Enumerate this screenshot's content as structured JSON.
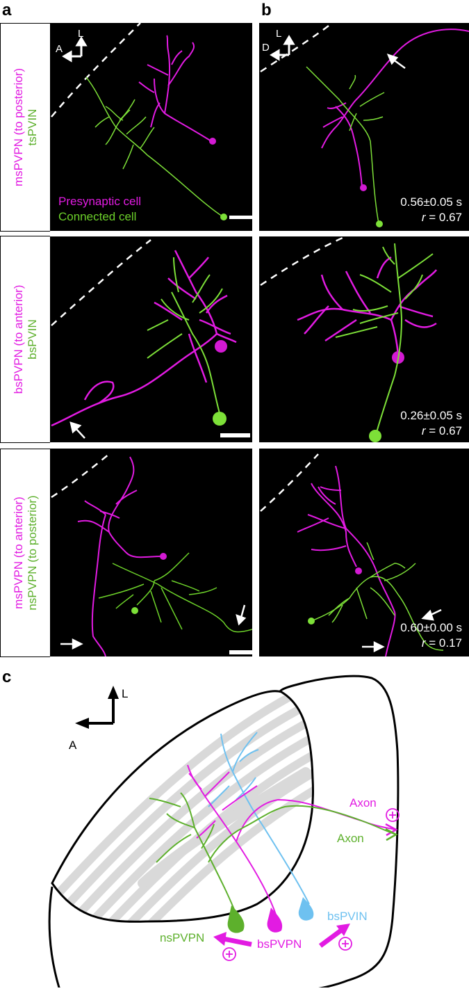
{
  "figure": {
    "panels": {
      "a": {
        "letter": "a"
      },
      "b": {
        "letter": "b"
      },
      "c": {
        "letter": "c"
      }
    },
    "rows": [
      {
        "label_presynaptic": "msPVPN (to posterior)",
        "label_connected": "tsPVIN",
        "stat_latency": "0.56±0.05 s",
        "stat_r_symbol": "r",
        "stat_r_value": " = 0.67"
      },
      {
        "label_presynaptic": "bsPVPN (to anterior)",
        "label_connected": "bsPVIN",
        "stat_latency": "0.26±0.05 s",
        "stat_r_symbol": "r",
        "stat_r_value": " = 0.67"
      },
      {
        "label_presynaptic": "msPVPN (to anterior)",
        "label_connected": "nsPVPN (to posterior)",
        "stat_latency": "0.60±0.00 s",
        "stat_r_symbol": "r",
        "stat_r_value": " = 0.17"
      }
    ],
    "legend": {
      "presynaptic": "Presynaptic cell",
      "connected": "Connected cell"
    },
    "axes_a": {
      "vertical": "L",
      "horizontal": "A"
    },
    "axes_b": {
      "vertical": "L",
      "horizontal": "D"
    },
    "diagram_c": {
      "axes": {
        "vertical": "L",
        "horizontal": "A"
      },
      "labels": {
        "axon_magenta": "Axon",
        "axon_green": "Axon",
        "bsPVIN": "bsPVIN",
        "nsPVPN": "nsPVPN",
        "bsPVPN": "bsPVPN",
        "plus": "+"
      }
    },
    "colors": {
      "magenta": "#e21be2",
      "green": "#6cd12a",
      "green_dark": "#5db02c",
      "blue": "#6ec1f0",
      "gray_band": "#d9d9d9",
      "background_image": "#000000"
    }
  }
}
